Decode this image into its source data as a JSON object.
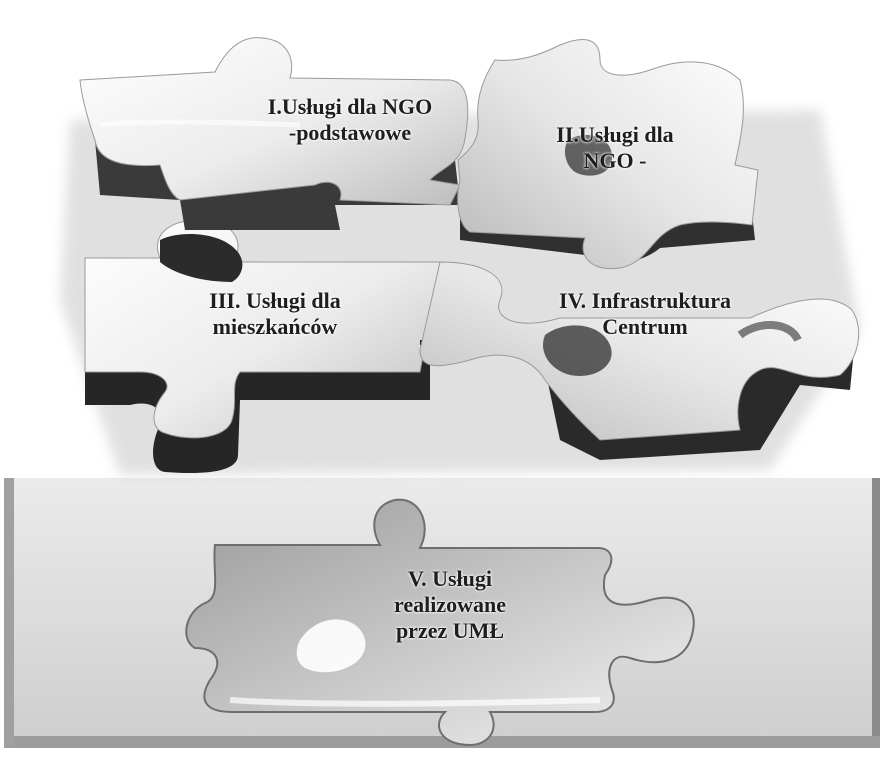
{
  "colors": {
    "piece_light": "#f4f4f4",
    "piece_mid": "#c9c9c9",
    "piece_side": "#2e2e2e",
    "panel": "#d7d7d7",
    "text": "#1e1e1e"
  },
  "pieces": [
    {
      "id": "piece-1",
      "lines": [
        "I.Usługi dla NGO",
        "-podstawowe"
      ]
    },
    {
      "id": "piece-2",
      "lines": [
        "II.Usługi dla",
        "NGO -"
      ]
    },
    {
      "id": "piece-3",
      "lines": [
        "III. Usługi dla",
        "mieszkańców"
      ]
    },
    {
      "id": "piece-4",
      "lines": [
        "IV. Infrastruktura",
        "Centrum"
      ]
    },
    {
      "id": "piece-5",
      "lines": [
        "V. Usługi",
        "realizowane",
        "przez UMŁ"
      ]
    }
  ]
}
